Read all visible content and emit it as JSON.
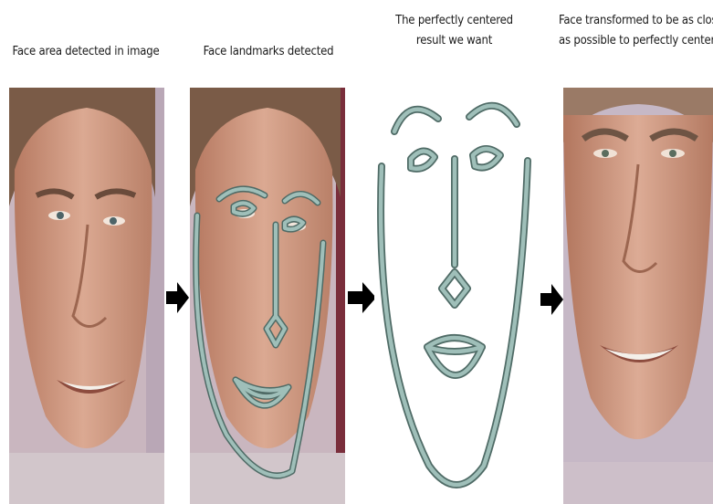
{
  "steps": [
    {
      "caption": [
        "Face area detected in image"
      ]
    },
    {
      "caption": [
        "Face landmarks detected"
      ]
    },
    {
      "caption": [
        "The perfectly centered",
        "result we want"
      ]
    },
    {
      "caption": [
        "Face transformed to be as close",
        "as possible to perfectly centered"
      ]
    }
  ],
  "colors": {
    "landmark_fill": "#9fbfb9",
    "landmark_stroke": "#4f6b66",
    "skin": "#d6a48c",
    "hair": "#6b4f3c",
    "arrow": "#000000"
  },
  "icons": [
    "right-arrow-icon",
    "right-arrow-icon",
    "right-arrow-icon"
  ]
}
